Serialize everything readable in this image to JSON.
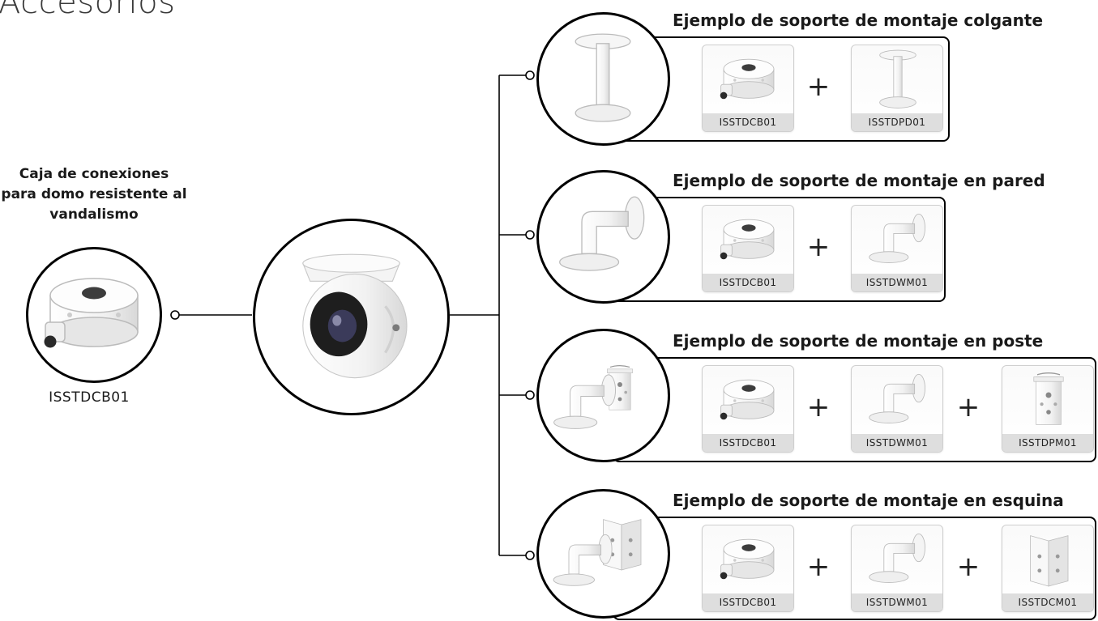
{
  "page": {
    "title": "Accesorios"
  },
  "junction_box": {
    "label": "Caja de conexiones para domo resistente al vandalismo",
    "code": "ISSTDCB01"
  },
  "camera": {
    "icon": "dome-camera-icon"
  },
  "mounts": [
    {
      "title": "Ejemplo de soporte de montaje colgante",
      "icon": "pendant-mount-icon",
      "parts": [
        {
          "code": "ISSTDCB01",
          "icon": "junction-box-icon"
        },
        {
          "code": "ISSTDPD01",
          "icon": "pendant-mount-icon"
        }
      ]
    },
    {
      "title": "Ejemplo de soporte de montaje en pared",
      "icon": "wall-mount-icon",
      "parts": [
        {
          "code": "ISSTDCB01",
          "icon": "junction-box-icon"
        },
        {
          "code": "ISSTDWM01",
          "icon": "wall-mount-icon"
        }
      ]
    },
    {
      "title": "Ejemplo de soporte de montaje en poste",
      "icon": "pole-mount-icon",
      "parts": [
        {
          "code": "ISSTDCB01",
          "icon": "junction-box-icon"
        },
        {
          "code": "ISSTDWM01",
          "icon": "wall-mount-icon"
        },
        {
          "code": "ISSTDPM01",
          "icon": "pole-adapter-icon"
        }
      ]
    },
    {
      "title": "Ejemplo de soporte de montaje en esquina",
      "icon": "corner-mount-icon",
      "parts": [
        {
          "code": "ISSTDCB01",
          "icon": "junction-box-icon"
        },
        {
          "code": "ISSTDWM01",
          "icon": "wall-mount-icon"
        },
        {
          "code": "ISSTDCM01",
          "icon": "corner-adapter-icon"
        }
      ]
    }
  ]
}
